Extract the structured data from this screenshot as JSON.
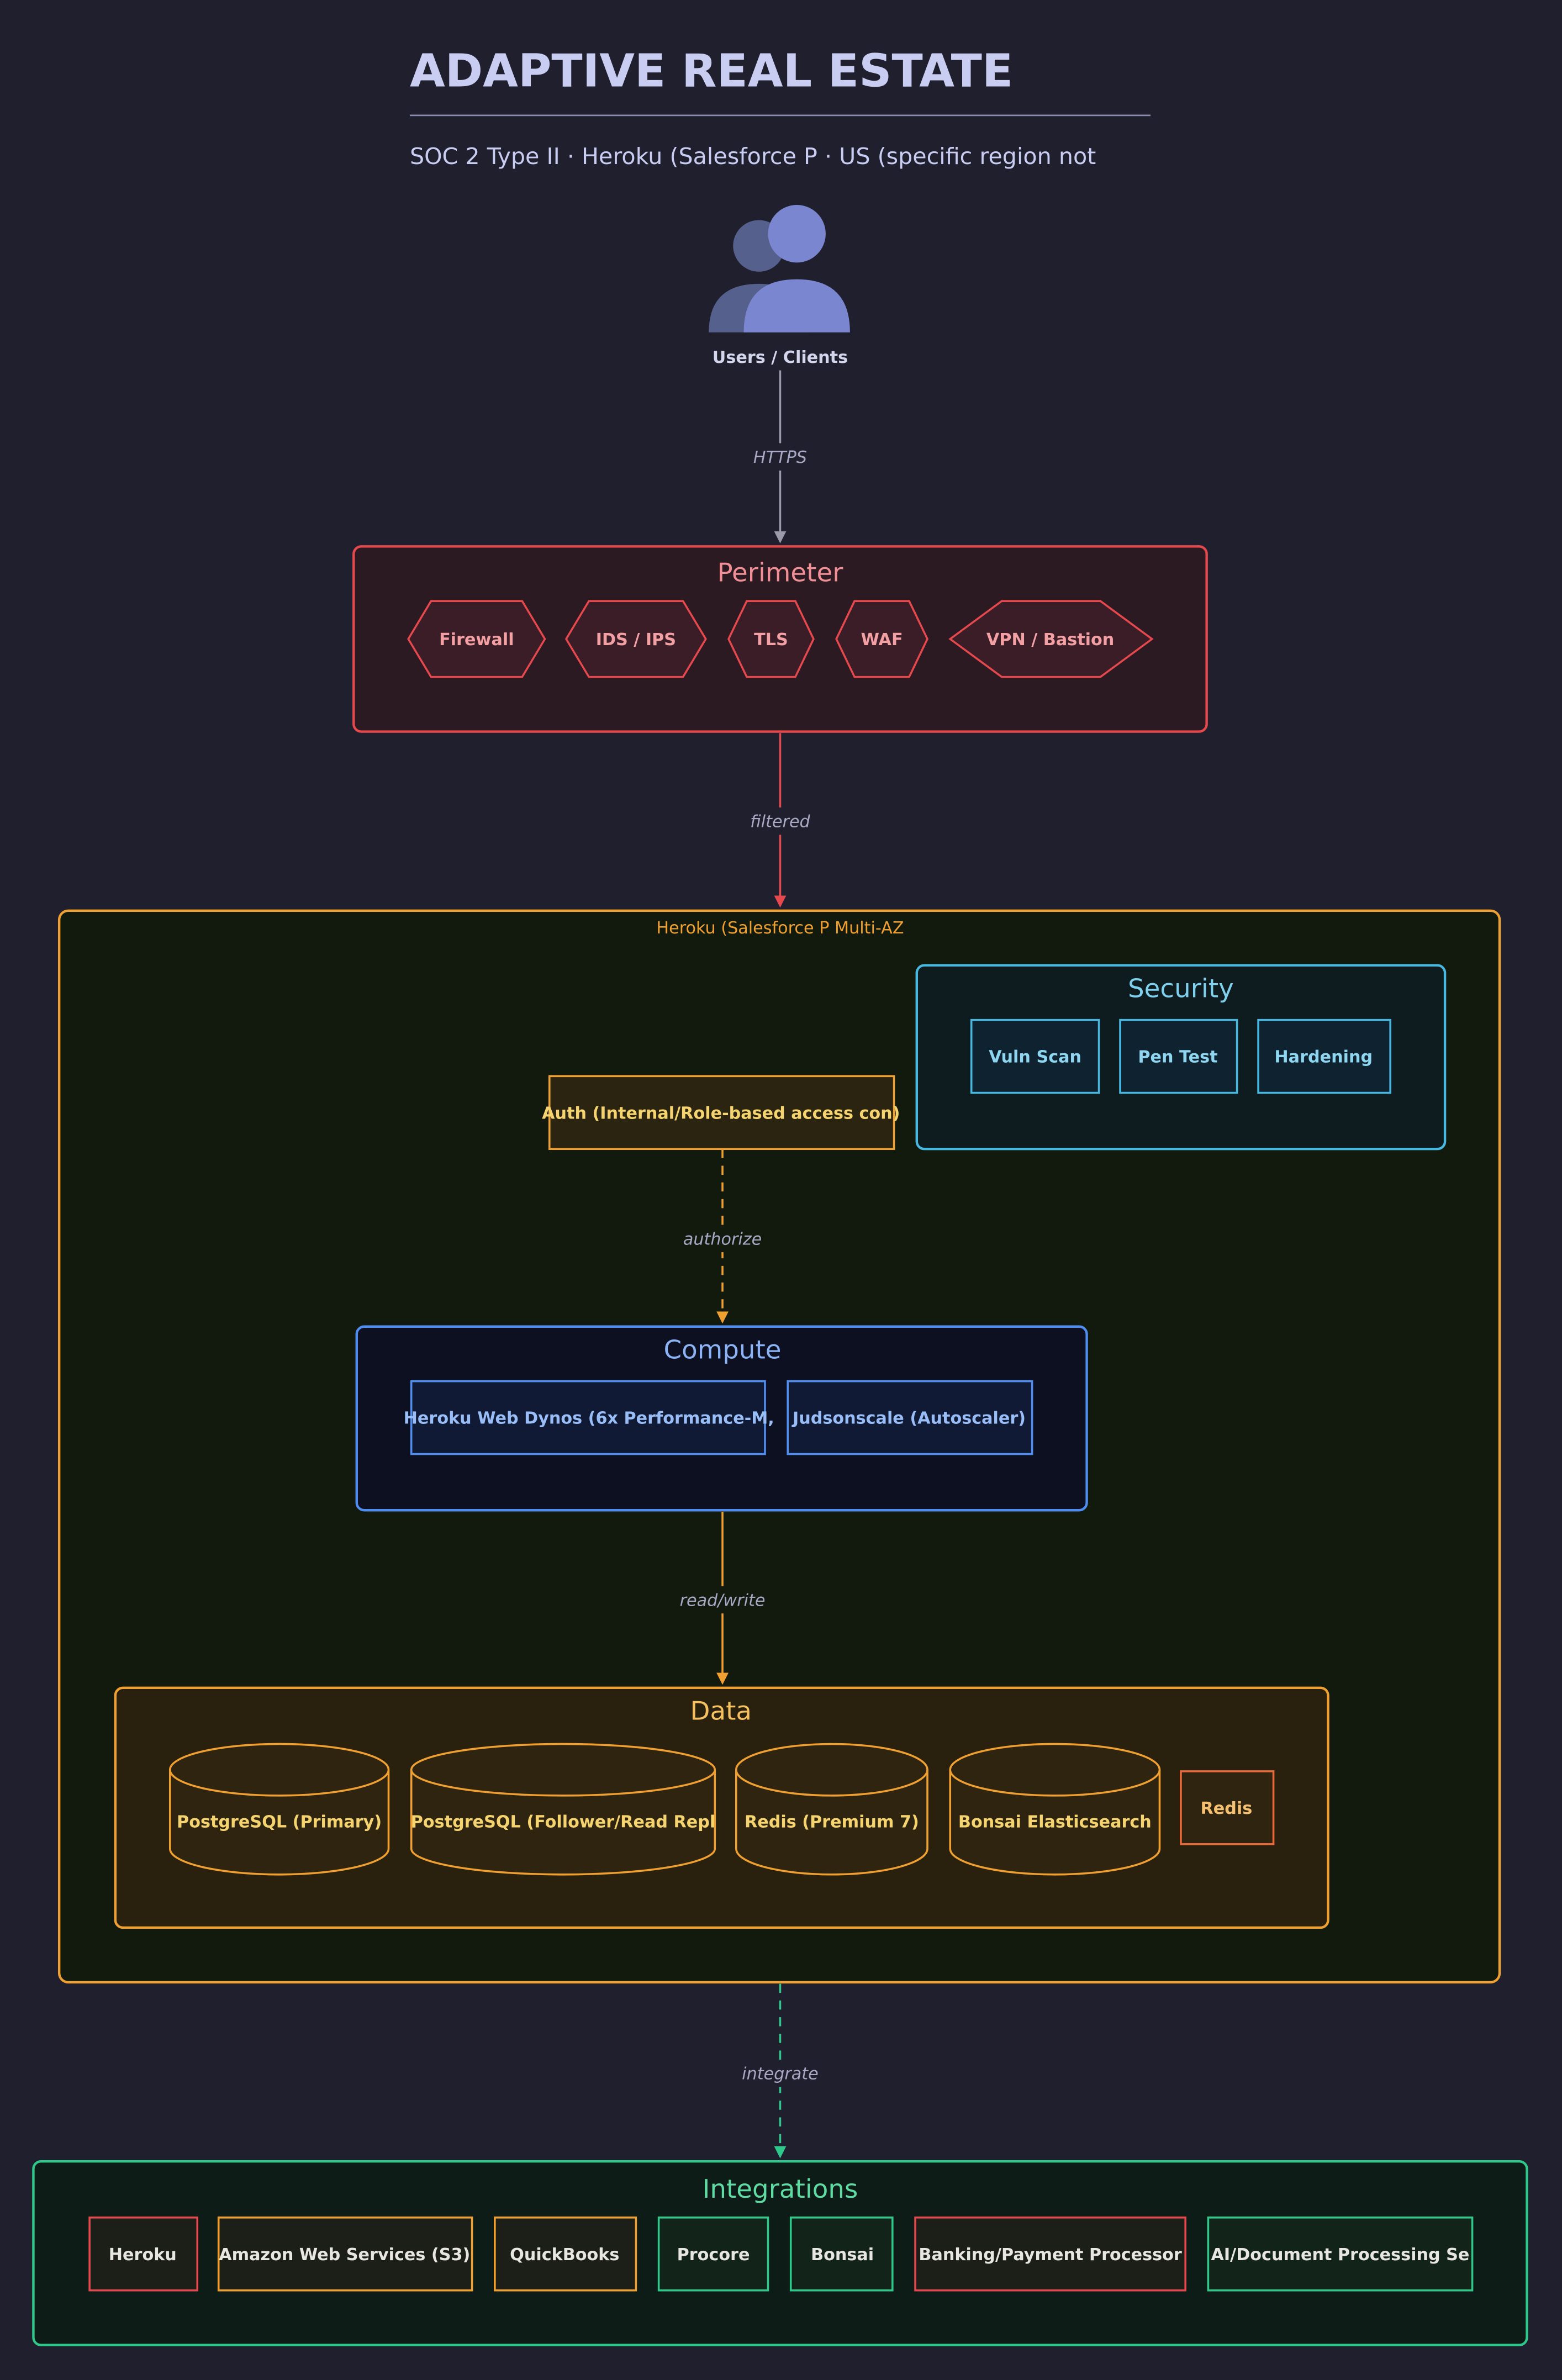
{
  "header": {
    "title": "ADAPTIVE REAL ESTATE",
    "subtitle": "SOC 2 Type II · Heroku (Salesforce P · US (specific region not"
  },
  "users": {
    "label": "Users / Clients"
  },
  "edges": {
    "https": "HTTPS",
    "filtered": "filtered",
    "authorize": "authorize",
    "read_write": "read/write",
    "integrate": "integrate"
  },
  "perimeter": {
    "title": "Perimeter",
    "items": [
      "Firewall",
      "IDS / IPS",
      "TLS",
      "WAF",
      "VPN / Bastion"
    ]
  },
  "cloud": {
    "label": "Heroku (Salesforce P Multi-AZ"
  },
  "security": {
    "title": "Security",
    "items": [
      "Vuln Scan",
      "Pen Test",
      "Hardening"
    ]
  },
  "auth": {
    "label": "Auth (Internal/Role-based access con)"
  },
  "compute": {
    "title": "Compute",
    "items": [
      "Heroku Web Dynos (6x Performance-M,",
      "Judsonscale (Autoscaler)"
    ]
  },
  "data_tier": {
    "title": "Data",
    "items": [
      "PostgreSQL (Primary)",
      "PostgreSQL (Follower/Read Repl",
      "Redis (Premium 7)",
      "Bonsai Elasticsearch",
      "Redis"
    ]
  },
  "integrations": {
    "title": "Integrations",
    "items": [
      "Heroku",
      "Amazon Web Services (S3)",
      "QuickBooks",
      "Procore",
      "Bonsai",
      "Banking/Payment Processor",
      "AI/Document Processing Se"
    ]
  },
  "colors": {
    "background": "#1f1f2e",
    "perimeter": "#e5484d",
    "cloud": "#f0a030",
    "security": "#48b8e0",
    "compute": "#4f8ef0",
    "integrations": "#2ec98a",
    "users_icon": "#7a86d0"
  }
}
